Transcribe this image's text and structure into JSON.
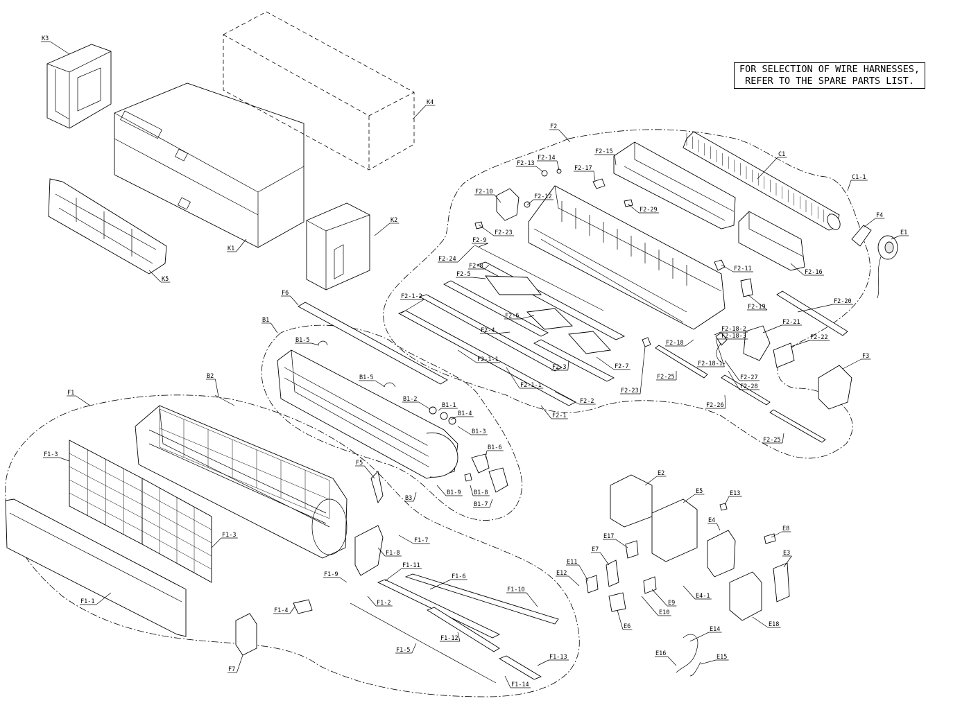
{
  "note": {
    "line1": "FOR SELECTION OF WIRE HARNESSES,",
    "line2": "REFER TO THE SPARE PARTS LIST."
  },
  "labels": {
    "K1": "K1",
    "K2": "K2",
    "K3": "K3",
    "K4": "K4",
    "K5": "K5",
    "F1": "F1",
    "F1_1": "F1-1",
    "F1_2": "F1-2",
    "F1_3a": "F1-3",
    "F1_3b": "F1-3",
    "F1_4": "F1-4",
    "F1_5": "F1-5",
    "F1_6": "F1-6",
    "F1_7": "F1-7",
    "F1_8": "F1-8",
    "F1_9": "F1-9",
    "F1_10": "F1-10",
    "F1_11": "F1-11",
    "F1_12": "F1-12",
    "F1_13": "F1-13",
    "F1_14": "F1-14",
    "F2": "F2",
    "F2_1": "F2-1",
    "F2_1_1a": "F2-1-1",
    "F2_1_1b": "F2-1-1",
    "F2_1_2": "F2-1-2",
    "F2_2": "F2-2",
    "F2_3": "F2-3",
    "F2_4": "F2-4",
    "F2_5": "F2-5",
    "F2_6": "F2-6",
    "F2_7": "F2-7",
    "F2_8": "F2-8",
    "F2_9": "F2-9",
    "F2_10": "F2-10",
    "F2_11": "F2-11",
    "F2_12": "F2-12",
    "F2_13": "F2-13",
    "F2_14": "F2-14",
    "F2_15": "F2-15",
    "F2_16": "F2-16",
    "F2_17": "F2-17",
    "F2_18": "F2-18",
    "F2_18_1": "F2-18-1",
    "F2_18_2": "F2-18-2",
    "F2_18_3": "F2-18-3",
    "F2_19": "F2-19",
    "F2_20": "F2-20",
    "F2_21": "F2-21",
    "F2_22": "F2-22",
    "F2_23a": "F2-23",
    "F2_23b": "F2-23",
    "F2_24": "F2-24",
    "F2_25a": "F2-25",
    "F2_25b": "F2-25",
    "F2_26": "F2-26",
    "F2_27": "F2-27",
    "F2_28": "F2-28",
    "F2_29": "F2-29",
    "F3": "F3",
    "F4": "F4",
    "F5": "F5",
    "F6": "F6",
    "F7": "F7",
    "B1": "B1",
    "B1_1": "B1-1",
    "B1_2": "B1-2",
    "B1_3": "B1-3",
    "B1_4": "B1-4",
    "B1_5a": "B1-5",
    "B1_5b": "B1-5",
    "B1_6": "B1-6",
    "B1_7": "B1-7",
    "B1_8": "B1-8",
    "B1_9": "B1-9",
    "B2": "B2",
    "B3": "B3",
    "C1": "C1",
    "C1_1": "C1-1",
    "E1": "E1",
    "E2": "E2",
    "E3": "E3",
    "E4": "E4",
    "E4_1": "E4-1",
    "E5": "E5",
    "E6": "E6",
    "E7": "E7",
    "E8": "E8",
    "E9": "E9",
    "E10": "E10",
    "E11": "E11",
    "E12": "E12",
    "E13": "E13",
    "E14": "E14",
    "E15": "E15",
    "E16": "E16",
    "E17": "E17",
    "E18": "E18"
  }
}
